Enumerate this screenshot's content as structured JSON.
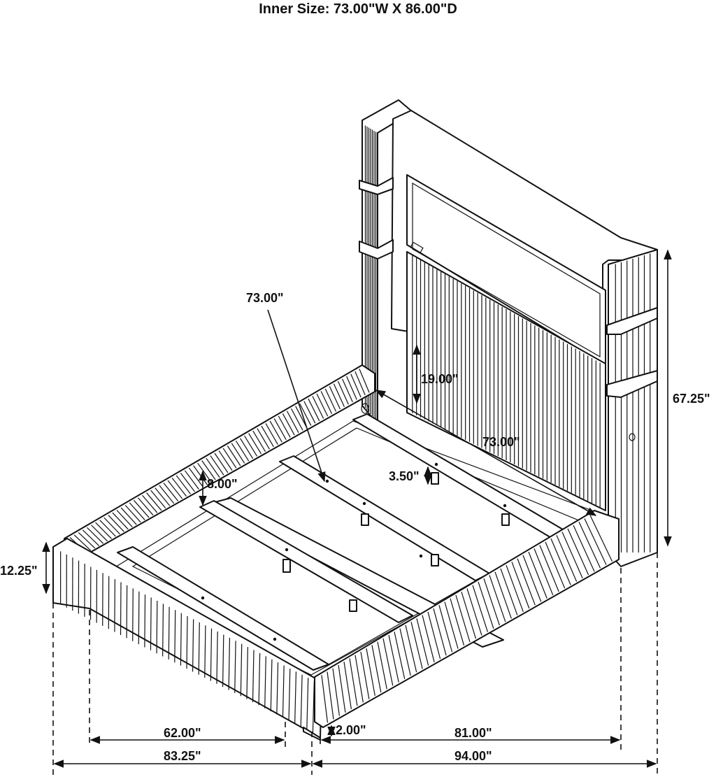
{
  "title": "Inner Size: 73.00\"W X 86.00\"D",
  "dimensions": {
    "headboard_above_rail": "19.00\"",
    "total_height": "67.25\"",
    "inner_width_top": "73.00\"",
    "inner_width_diagonal": "73.00\"",
    "rail_height": "8.00\"",
    "slat_drop": "3.50\"",
    "footboard_height": "12.25\"",
    "inner_front_width": "62.00\"",
    "outer_front_width": "83.25\"",
    "ground_clearance": "2.00\"",
    "inner_length": "81.00\"",
    "outer_length": "94.00\""
  },
  "colors": {
    "line": "#111111",
    "background": "#ffffff"
  }
}
